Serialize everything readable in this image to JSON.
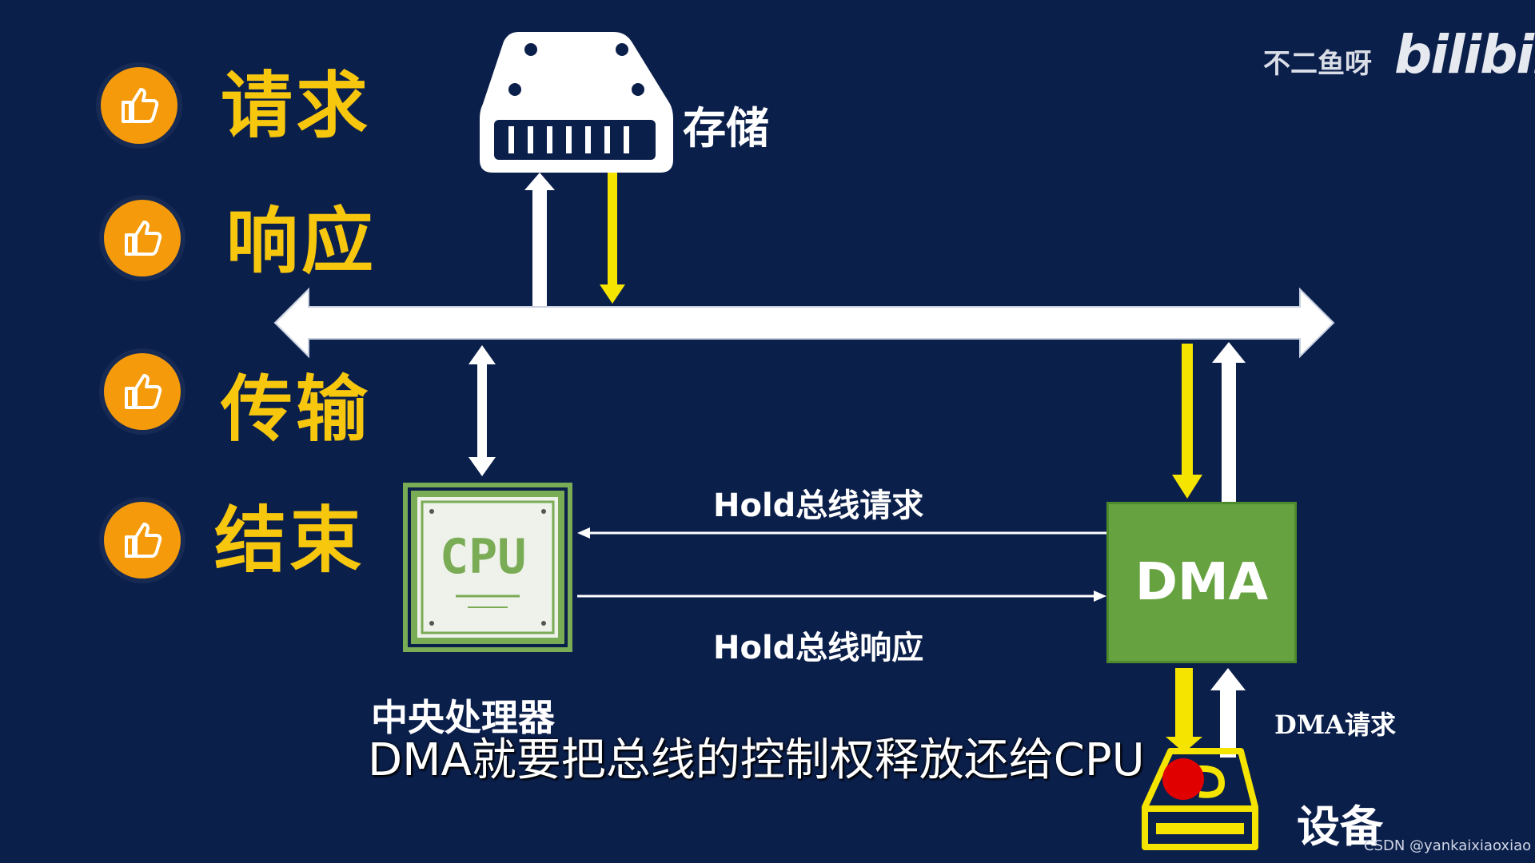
{
  "steps": [
    {
      "label": "请求",
      "icon": "thumbs-up-icon"
    },
    {
      "label": "响应",
      "icon": "thumbs-up-icon"
    },
    {
      "label": "传输",
      "icon": "thumbs-up-icon"
    },
    {
      "label": "结束",
      "icon": "thumbs-up-icon"
    }
  ],
  "nodes": {
    "storage_label": "存储",
    "cpu_chip_text": "CPU",
    "cpu_label": "中央处理器",
    "dma_label": "DMA",
    "device_label": "设备"
  },
  "signals": {
    "hold_request": "Hold总线请求",
    "hold_response": "Hold总线响应",
    "dma_request": "DMA请求"
  },
  "subtitle": "DMA就要把总线的控制权释放还给CPU",
  "branding": {
    "author": "不二鱼呀",
    "site_logo": "bilibili",
    "csdn_watermark": "CSDN @yankaixiaoxiao"
  },
  "colors": {
    "background": "#0b1f4b",
    "step_text": "#f7c70e",
    "thumb_circle": "#f59a0a",
    "bus": "#ffffff",
    "yellow_arrow": "#f5e400",
    "dma_box": "#66a23f",
    "cpu_green": "#7aab55",
    "cursor_dot": "#e00000"
  }
}
